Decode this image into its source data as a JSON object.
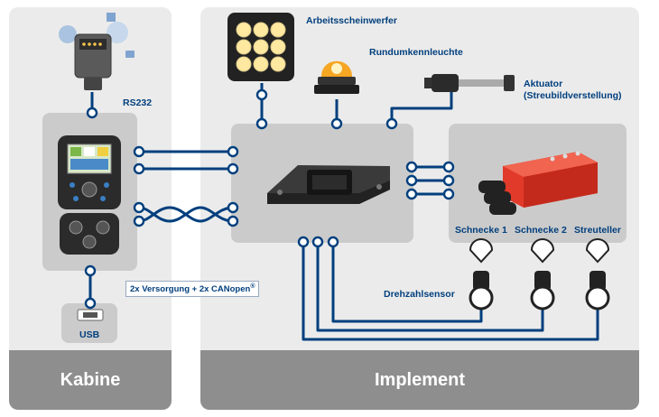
{
  "sections": {
    "cabin": "Kabine",
    "implement": "Implement"
  },
  "labels": {
    "rs232": "RS232",
    "usb": "USB",
    "bus": "2x Versorgung + 2x CANopen",
    "bus_mark": "®",
    "work_light": "Arbeitsscheinwerfer",
    "beacon": "Rundumkennleuchte",
    "actuator_line1": "Aktuator",
    "actuator_line2": "(Streubildverstellung)",
    "auger1": "Schnecke 1",
    "auger2": "Schnecke 2",
    "spinner": "Streuteller",
    "speed_sensor": "Drehzahlsensor"
  },
  "colors": {
    "accent": "#003f7d",
    "panel": "#ebebeb",
    "box": "#cbcbcb",
    "footer": "#8e8e8e",
    "valve": "#e23a2a"
  }
}
